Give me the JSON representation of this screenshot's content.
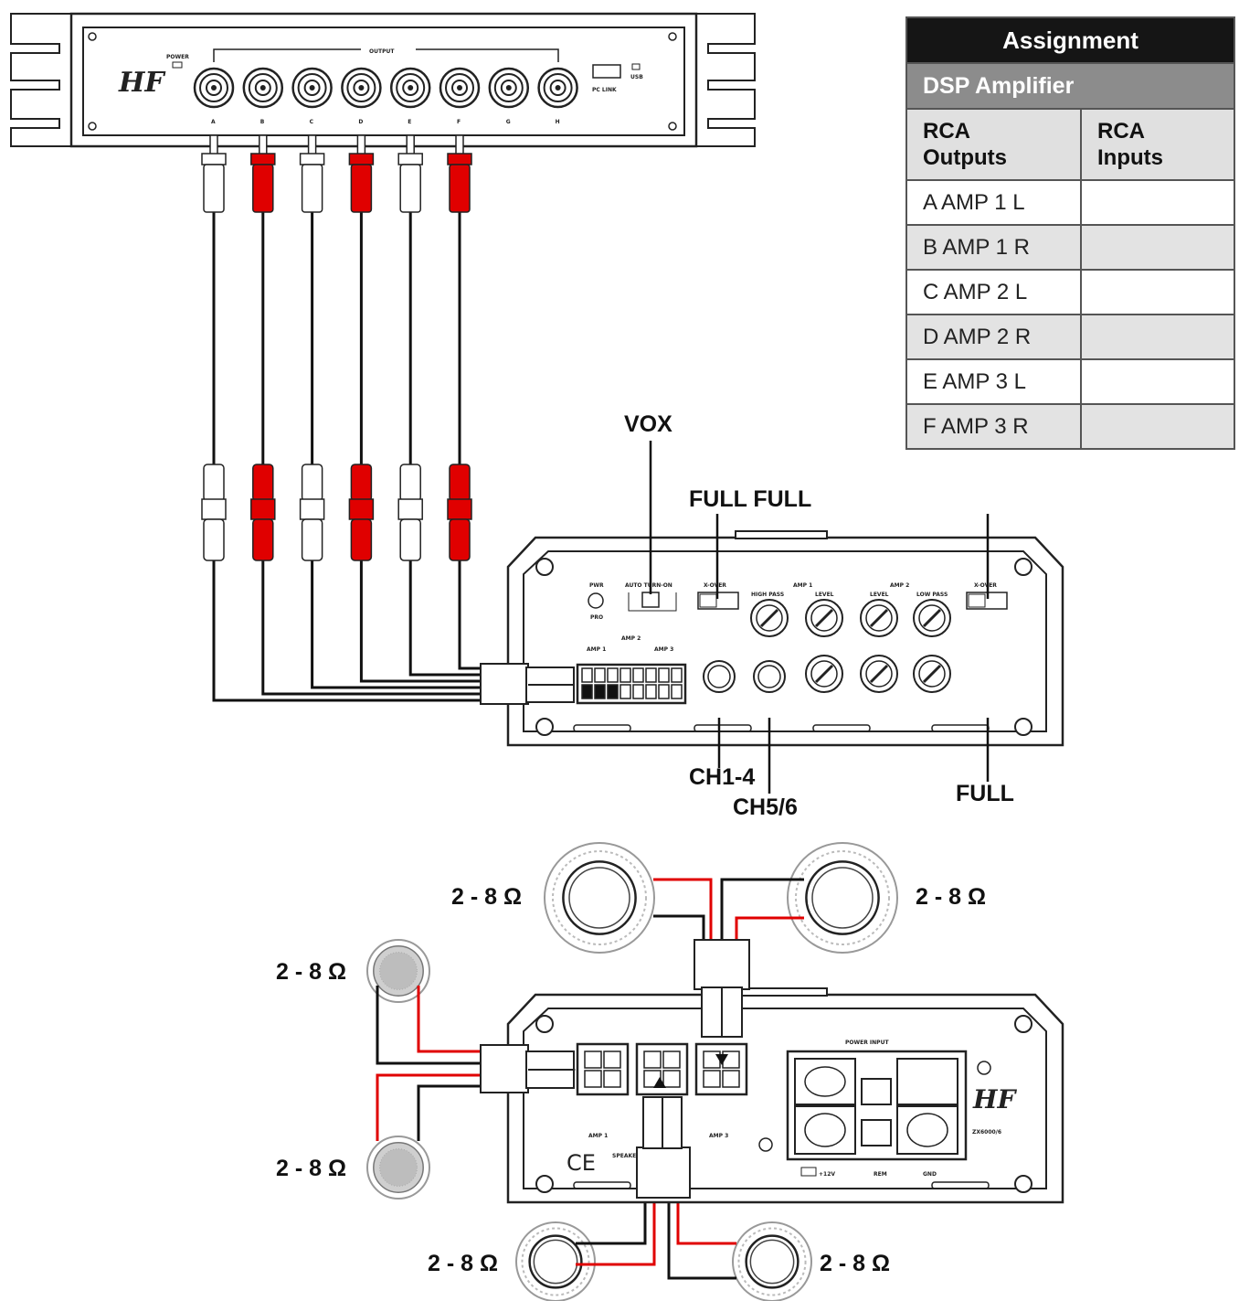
{
  "dsp": {
    "brand": "HF",
    "power_label": "POWER",
    "output_label": "OUTPUT",
    "pc_link_label": "PC LINK",
    "usb_label": "USB",
    "channels": [
      "A",
      "B",
      "C",
      "D",
      "E",
      "F",
      "G",
      "H"
    ]
  },
  "rca_plugs": [
    {
      "channel": "A",
      "color": "#ffffff"
    },
    {
      "channel": "B",
      "color": "#e00000"
    },
    {
      "channel": "C",
      "color": "#ffffff"
    },
    {
      "channel": "D",
      "color": "#e00000"
    },
    {
      "channel": "E",
      "color": "#ffffff"
    },
    {
      "channel": "F",
      "color": "#e00000"
    }
  ],
  "callouts": {
    "vox": "VOX",
    "full_full": "FULL FULL",
    "ch1_4": "CH1-4",
    "ch5_6": "CH5/6",
    "full": "FULL"
  },
  "amp_panel": {
    "pwr": "PWR",
    "pro": "PRO",
    "auto_turn_on": "AUTO TURN-ON",
    "x_over": "X-OVER",
    "high_pass": "HIGH PASS",
    "level": "LEVEL",
    "low_pass": "LOW PASS",
    "amp1": "AMP 1",
    "amp2": "AMP 2",
    "amp3": "AMP 3",
    "power_input": "POWER INPUT",
    "plus12v": "+12V",
    "rem": "REM",
    "gnd": "GND",
    "speaker_output": "SPEAKER OUTPUT",
    "model": "ZX6000/6",
    "ce": "CE"
  },
  "impedance_label": "2 - 8 Ω",
  "assignment": {
    "title": "Assignment",
    "subtitle": "DSP Amplifier",
    "col1": "RCA Outputs",
    "col1_lines": [
      "RCA",
      "Outputs"
    ],
    "col2": "RCA Inputs",
    "col2_lines": [
      "RCA",
      "Inputs"
    ],
    "rows": [
      {
        "output": "A AMP 1 L",
        "input": ""
      },
      {
        "output": "B AMP 1 R",
        "input": ""
      },
      {
        "output": "C AMP 2 L",
        "input": ""
      },
      {
        "output": "D AMP 2 R",
        "input": ""
      },
      {
        "output": "E AMP 3 L",
        "input": ""
      },
      {
        "output": "F AMP 3 R",
        "input": ""
      }
    ]
  },
  "colors": {
    "red_wire": "#e00000",
    "black_wire": "#111111",
    "header_bg": "#151515",
    "subheader_bg": "#8c8c8c",
    "alt_row_bg": "#e3e3e3"
  }
}
